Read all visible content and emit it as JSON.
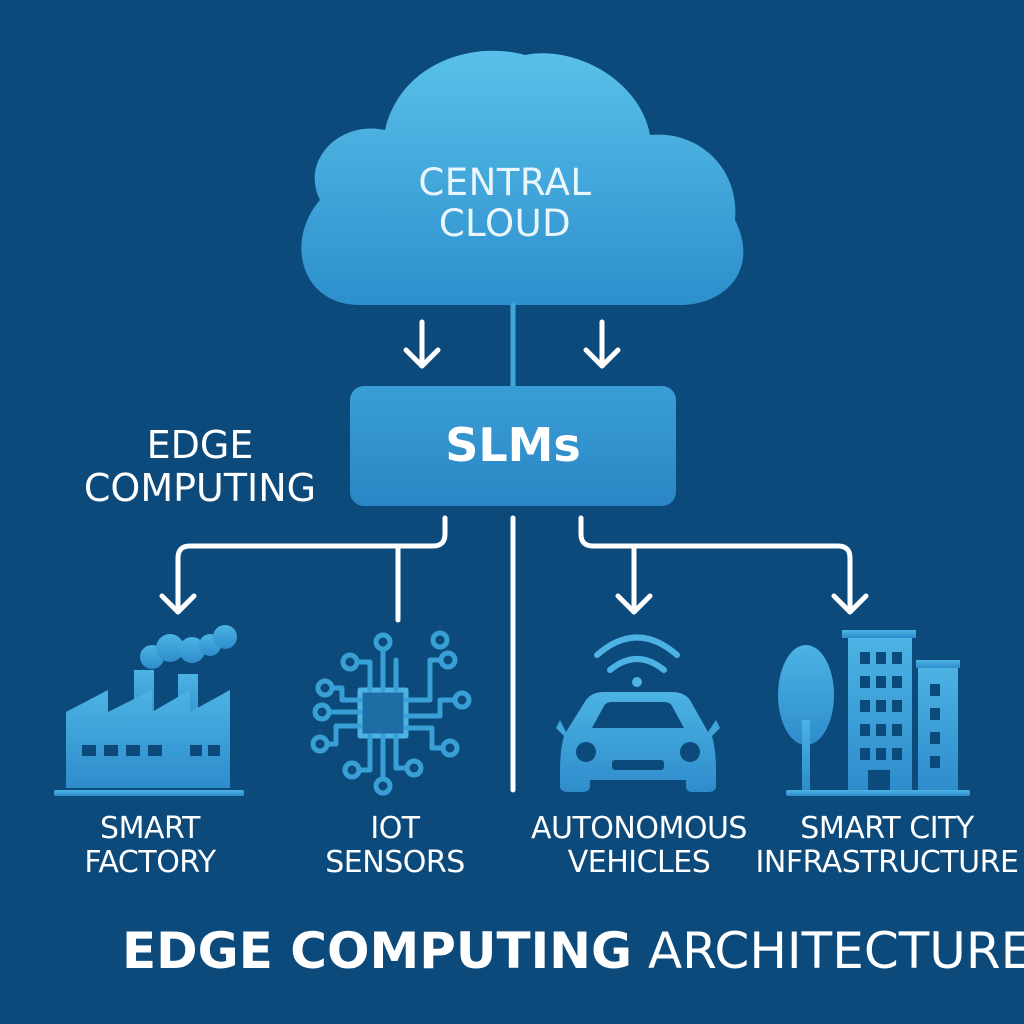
{
  "cloud": {
    "line1": "CENTRAL",
    "line2": "CLOUD"
  },
  "edge_box": {
    "label": "SLMs"
  },
  "edge_label": {
    "line1": "EDGE",
    "line2": "COMPUTING"
  },
  "nodes": [
    {
      "line1": "SMART",
      "line2": "FACTORY",
      "icon": "factory-icon"
    },
    {
      "line1": "IOT",
      "line2": "SENSORS",
      "icon": "circuit-chip-icon"
    },
    {
      "line1": "AUTONOMOUS",
      "line2": "VEHICLES",
      "icon": "car-icon"
    },
    {
      "line1": "SMART CITY",
      "line2": "INFRASTRUCTURE",
      "icon": "city-buildings-icon"
    }
  ],
  "footer": {
    "bold": "EDGE COMPUTING",
    "regular": "ARCHITECTURE"
  },
  "colors": {
    "background": "#0c4a7c",
    "cloud": "#3fa7d8",
    "box": "#2f8fcb",
    "icon": "#39a0d6",
    "connector": "#ffffff"
  }
}
